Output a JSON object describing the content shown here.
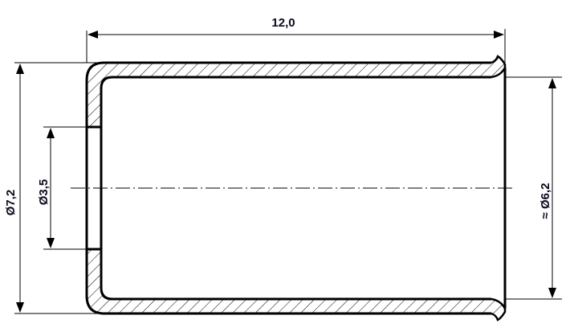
{
  "drawing": {
    "type": "technical-section-drawing",
    "subject": "deep-drawn cup / sleeve with bottom hole",
    "colors": {
      "line": "#000000",
      "text": "#0a0a1e",
      "background": "#ffffff",
      "hatch": "#000000"
    }
  },
  "dimensions": {
    "length": {
      "label": "12,0",
      "orientation": "horizontal"
    },
    "outer_diameter": {
      "label": "Ø7,2",
      "orientation": "vertical"
    },
    "hole_diameter": {
      "label": "Ø3,5",
      "orientation": "vertical"
    },
    "inner_diameter": {
      "label": "≈ Ø6,2",
      "orientation": "vertical"
    }
  },
  "centerline": {
    "style": "dash-dot"
  }
}
